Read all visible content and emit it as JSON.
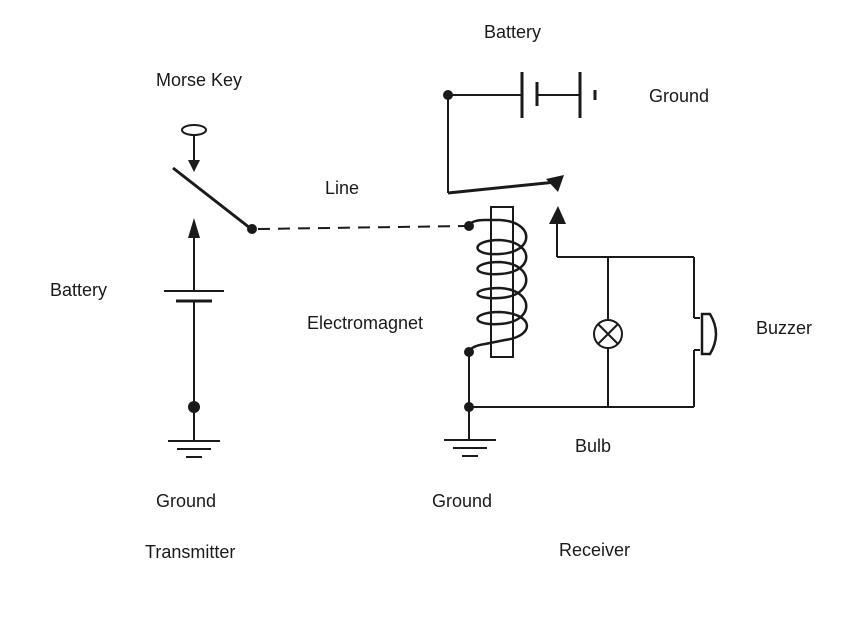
{
  "labels": {
    "battery_top": "Battery",
    "ground_top": "Ground",
    "morse_key": "Morse Key",
    "line": "Line",
    "battery_left": "Battery",
    "electromagnet": "Electromagnet",
    "buzzer": "Buzzer",
    "bulb": "Bulb",
    "ground_left": "Ground",
    "ground_center": "Ground",
    "transmitter": "Transmitter",
    "receiver": "Receiver"
  },
  "colors": {
    "ink": "#1a1a1a",
    "background": "#ffffff"
  }
}
